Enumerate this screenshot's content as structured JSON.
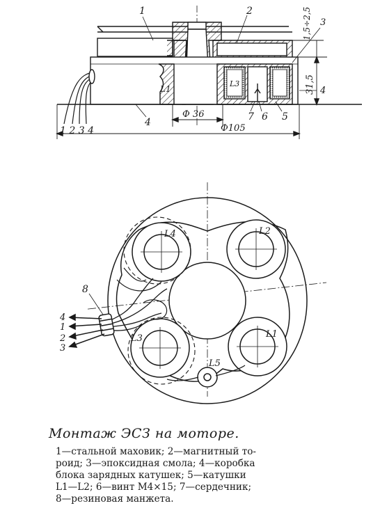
{
  "labels": {
    "top_1": "1",
    "top_2": "2",
    "top_3": "3",
    "top_4a": "4",
    "top_4b": "4",
    "top_5": "5",
    "top_6": "6",
    "top_7": "7",
    "top_L1": "L1",
    "top_L3": "L3",
    "wires": "1 2 3 4",
    "dim_1": "1,5÷2,5",
    "dim_2": "31,5",
    "dim_3": "Ф 36",
    "dim_4": "Ф105",
    "bot_8": "8",
    "bot_L1": "L1",
    "bot_L2": "L2",
    "bot_L3": "L3",
    "bot_L4": "L4",
    "bot_L5": "L5",
    "wire_4": "4",
    "wire_1": "1",
    "wire_2": "2",
    "wire_3": "3"
  },
  "caption": {
    "title": "Монтаж ЭСЗ на моторе.",
    "line1": "1—стальной маховик; 2—магнитный то-",
    "line2": "роид; 3—эпоксидная смола; 4—коробка",
    "line3": "блока зарядных катушек; 5—катушки",
    "line4": "L1—L2; 6—винт М4×15; 7—сердечник;",
    "line5": "8—резиновая манжета."
  }
}
